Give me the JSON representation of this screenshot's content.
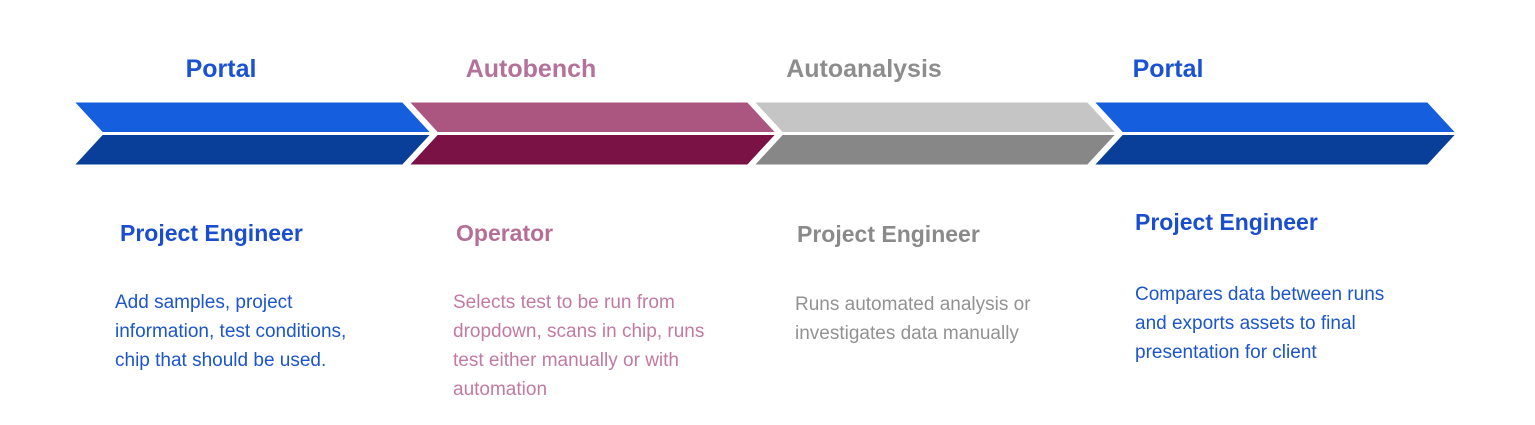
{
  "background_color": "#ffffff",
  "separator_color": "#ffffff",
  "stages": [
    {
      "label": "Portal",
      "label_color": "#1a52d1",
      "band_top_color": "#155ede",
      "band_bottom_color": "#0a3f99"
    },
    {
      "label": "Autobench",
      "label_color": "#b4719a",
      "band_top_color": "#aa5680",
      "band_bottom_color": "#7a1245"
    },
    {
      "label": "Autoanalysis",
      "label_color": "#8d8d8d",
      "band_top_color": "#c5c5c5",
      "band_bottom_color": "#878787"
    },
    {
      "label": "Portal",
      "label_color": "#1a52d1",
      "band_top_color": "#155ede",
      "band_bottom_color": "#0a3f99"
    }
  ],
  "columns": [
    {
      "role": "Project Engineer",
      "role_color": "#1b4ecd",
      "description": "Add samples, project\ninformation, test conditions,\nchip that should be used.",
      "description_color": "#1d55cb"
    },
    {
      "role": "Operator",
      "role_color": "#b56f96",
      "description": "Selects test to be run from\ndropdown, scans in chip, runs\ntest either manually or with\nautomation",
      "description_color": "#c17ba2"
    },
    {
      "role": "Project Engineer",
      "role_color": "#8a8a8a",
      "description": "Runs automated analysis or\ninvestigates data manually",
      "description_color": "#929292"
    },
    {
      "role": "Project Engineer",
      "role_color": "#1b4ecd",
      "description": "Compares data between runs\nand exports assets to final\npresentation for client",
      "description_color": "#1d55cb"
    }
  ]
}
